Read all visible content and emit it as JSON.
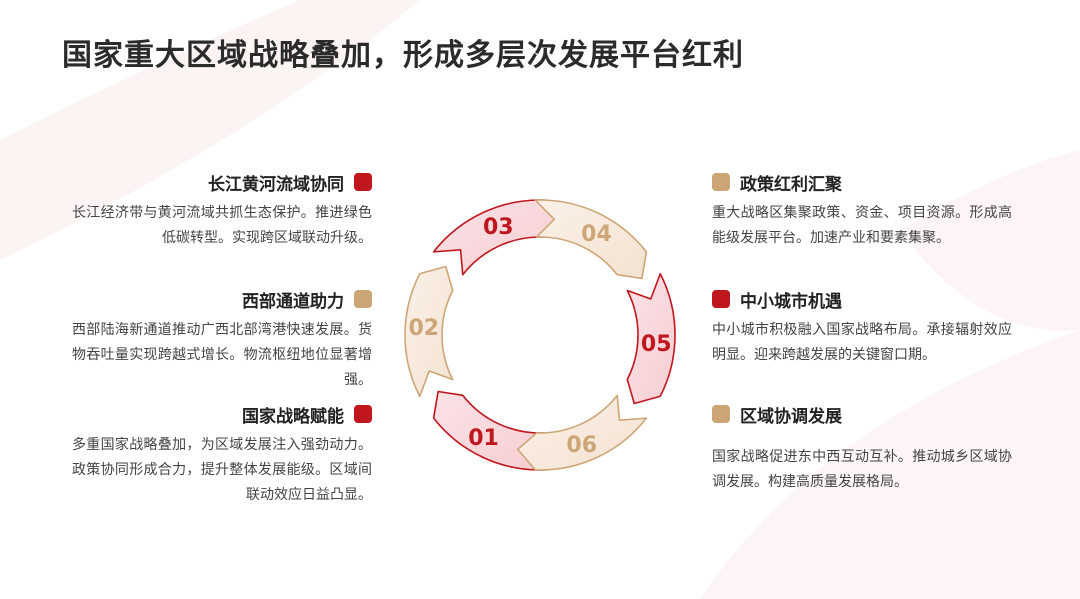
{
  "title": "国家重大区域战略叠加，形成多层次发展平台红利",
  "colors": {
    "red": "#c0161d",
    "tan": "#cda678"
  },
  "left_items": [
    {
      "heading": "长江黄河流域协同",
      "marker": "red",
      "description": "长江经济带与黄河流域共抓生态保护。推进绿色低碳转型。实现跨区域联动升级。"
    },
    {
      "heading": "西部通道助力",
      "marker": "tan",
      "description": "西部陆海新通道推动广西北部湾港快速发展。货物吞吐量实现跨越式增长。物流枢纽地位显著增强。"
    },
    {
      "heading": "国家战略赋能",
      "marker": "red",
      "description": "多重国家战略叠加，为区域发展注入强劲动力。政策协同形成合力，提升整体发展能级。区域间联动效应日益凸显。"
    }
  ],
  "right_items": [
    {
      "heading": "政策红利汇聚",
      "marker": "tan",
      "description": "重大战略区集聚政策、资金、项目资源。形成高能级发展平台。加速产业和要素集聚。"
    },
    {
      "heading": "中小城市机遇",
      "marker": "red",
      "description": "中小城市积极融入国家战略布局。承接辐射效应明显。迎来跨越发展的关键窗口期。"
    },
    {
      "heading": "区域协调发展",
      "marker": "tan",
      "description": "国家战略促进东中西互动互补。推动城乡区域协调发展。构建高质量发展格局。"
    }
  ],
  "cycle": {
    "segments": [
      {
        "label": "01",
        "color": "red"
      },
      {
        "label": "02",
        "color": "tan"
      },
      {
        "label": "03",
        "color": "red"
      },
      {
        "label": "04",
        "color": "tan"
      },
      {
        "label": "05",
        "color": "red"
      },
      {
        "label": "06",
        "color": "tan"
      }
    ]
  }
}
